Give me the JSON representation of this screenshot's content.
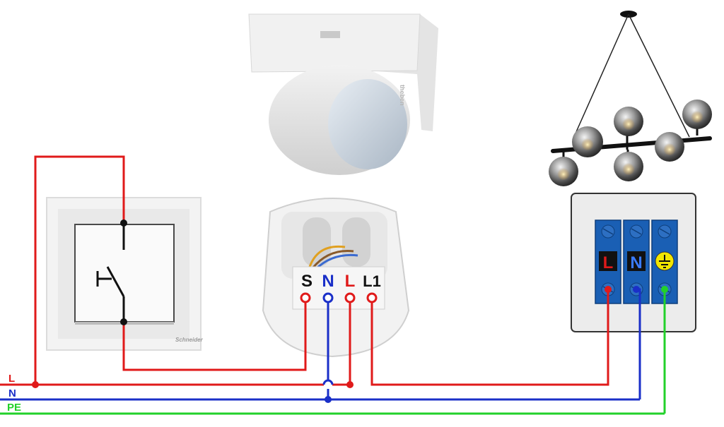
{
  "colors": {
    "line": "#e01a1a",
    "neutral": "#1a2fc8",
    "earth": "#22d12a",
    "terminal_block": "#1a5fb4",
    "background": "#ffffff"
  },
  "mains_labels": {
    "line": "L",
    "neutral": "N",
    "earth": "PE"
  },
  "switch": {
    "brand": "Schneider"
  },
  "sensor": {
    "brand": "theben"
  },
  "sensor_terminals": {
    "s": "S",
    "n": "N",
    "l": "L",
    "l1": "L1"
  },
  "junction_box": {
    "l": "L",
    "n": "N",
    "pe_symbol": "earth-ground-icon"
  },
  "icons": {
    "switch_symbol": "switch-contact-icon",
    "sensor_device": "motion-sensor-icon",
    "lamp": "pendant-lamp-icon"
  }
}
